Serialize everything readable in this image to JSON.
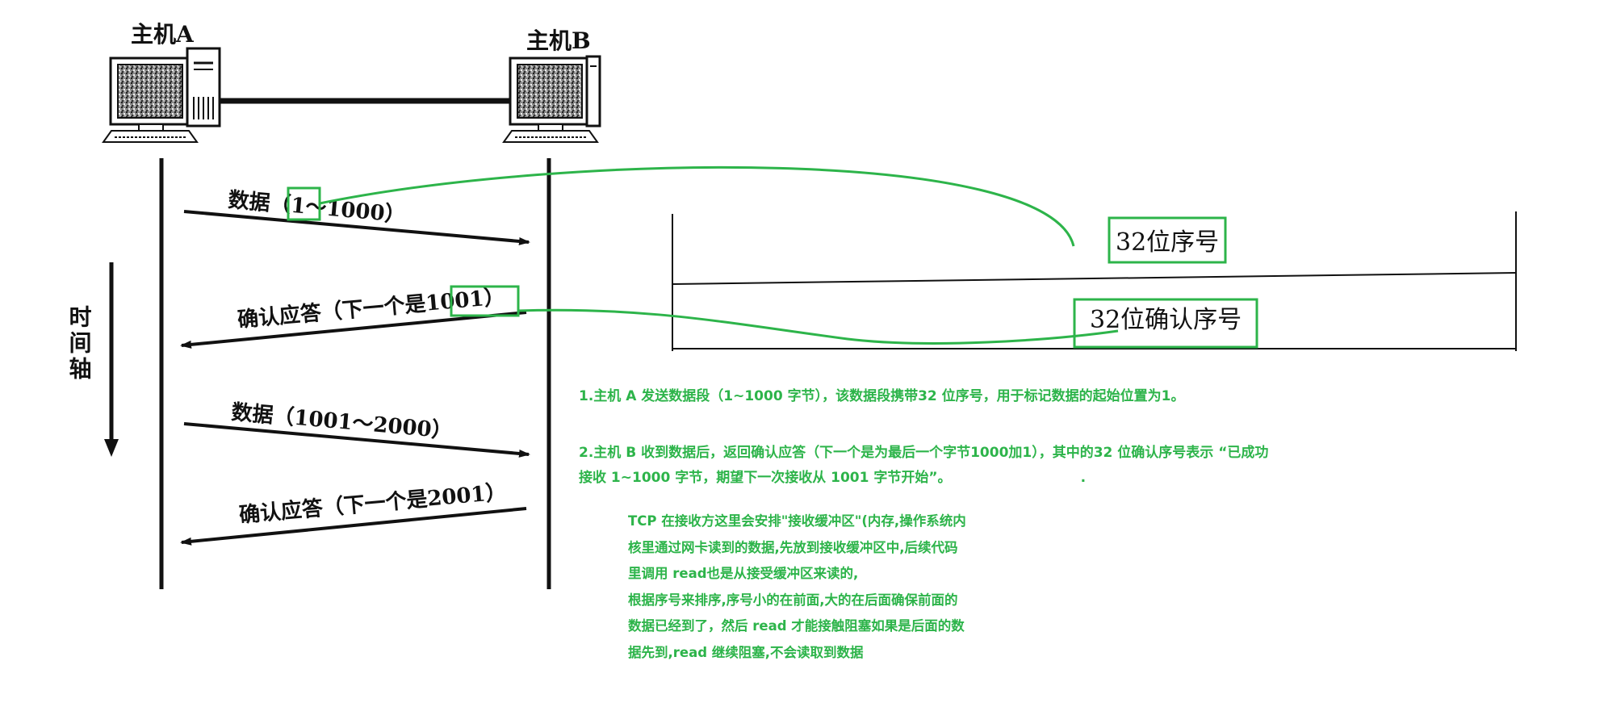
{
  "diagram": {
    "host_a": "主机A",
    "host_b": "主机B",
    "time_axis": "时间轴",
    "messages": [
      {
        "direction": "A→B",
        "label": "数据（1～1000）"
      },
      {
        "direction": "B→A",
        "label": "确认应答（下一个是1001）"
      },
      {
        "direction": "A→B",
        "label": "数据（1001～2000）"
      },
      {
        "direction": "B→A",
        "label": "确认应答（下一个是2001）"
      }
    ],
    "header_fields": [
      {
        "label": "32位序号"
      },
      {
        "label": "32位确认序号"
      }
    ],
    "highlight_color": "#2db44a"
  },
  "notes": {
    "note1": "1.主机 A 发送数据段（1~1000 字节），该数据段携带32 位序号，用于标记数据的起始位置为1。",
    "note2_line1": "2.主机 B 收到数据后，返回确认应答（下一个是为最后一个字节1000加1），其中的32 位确认序号表示 “已成功",
    "note2_line2": "接收 1~1000 字节，期望下一次接收从 1001 字节开始”。",
    "note2_dot": ".",
    "note3_lines": [
      "TCP 在接收方这里会安排\"接收缓冲区\"(内存,操作系统内",
      "核里通过网卡读到的数据,先放到接收缓冲区中,后续代码",
      "里调用 read也是从接受缓冲区来读的,",
      "根据序号来排序,序号小的在前面,大的在后面确保前面的",
      "数据已经到了，然后 read 才能接触阻塞如果是后面的数",
      "据先到,read 继续阻塞,不会读取到数据"
    ]
  }
}
